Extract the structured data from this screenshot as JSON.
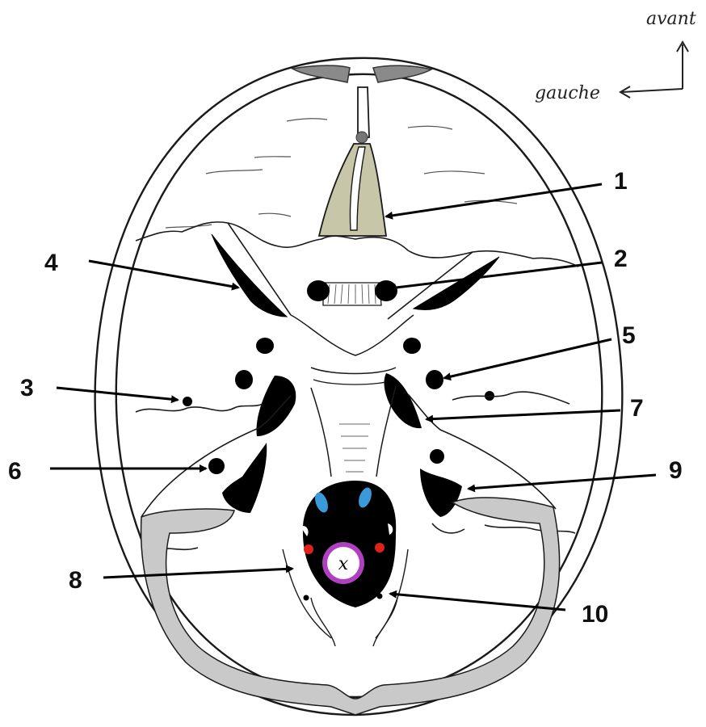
{
  "orientation": {
    "front_label": "avant",
    "left_label": "gauche"
  },
  "foramen_magnum_mark": "x",
  "callouts": [
    {
      "number": "1"
    },
    {
      "number": "2"
    },
    {
      "number": "3"
    },
    {
      "number": "4"
    },
    {
      "number": "5"
    },
    {
      "number": "6"
    },
    {
      "number": "7"
    },
    {
      "number": "8"
    },
    {
      "number": "9"
    },
    {
      "number": "10"
    }
  ],
  "colors": {
    "bone_outline": "#1a1a1a",
    "foramen": "#000000",
    "crista_area": "#c8c6a8",
    "groove_gray": "#c9c9c9",
    "condyle_blue": "#3a9ad9",
    "vessel_red": "#e0201a",
    "ring_purple": "#b040c0"
  }
}
